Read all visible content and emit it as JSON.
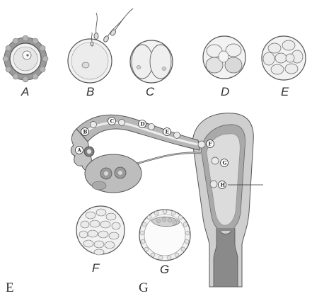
{
  "stages": [
    {
      "id": "A",
      "label": "A"
    },
    {
      "id": "B",
      "label": "B"
    },
    {
      "id": "C",
      "label": "C"
    },
    {
      "id": "D",
      "label": "D"
    },
    {
      "id": "E",
      "label": "E"
    },
    {
      "id": "F",
      "label": "F"
    },
    {
      "id": "G",
      "label": "G"
    }
  ],
  "tube_markers": [
    "A",
    "B",
    "C",
    "D",
    "E",
    "F",
    "G",
    "H"
  ],
  "bottom_captions": {
    "left": "E",
    "right": "G"
  },
  "colors": {
    "outline": "#555555",
    "cell_fill": "#f2f2f2",
    "cytoplasm": "#e6e6e6",
    "tissue": "#c9c9c9",
    "tissue_dark": "#8f8f8f",
    "corona": "#9a9a9a"
  }
}
